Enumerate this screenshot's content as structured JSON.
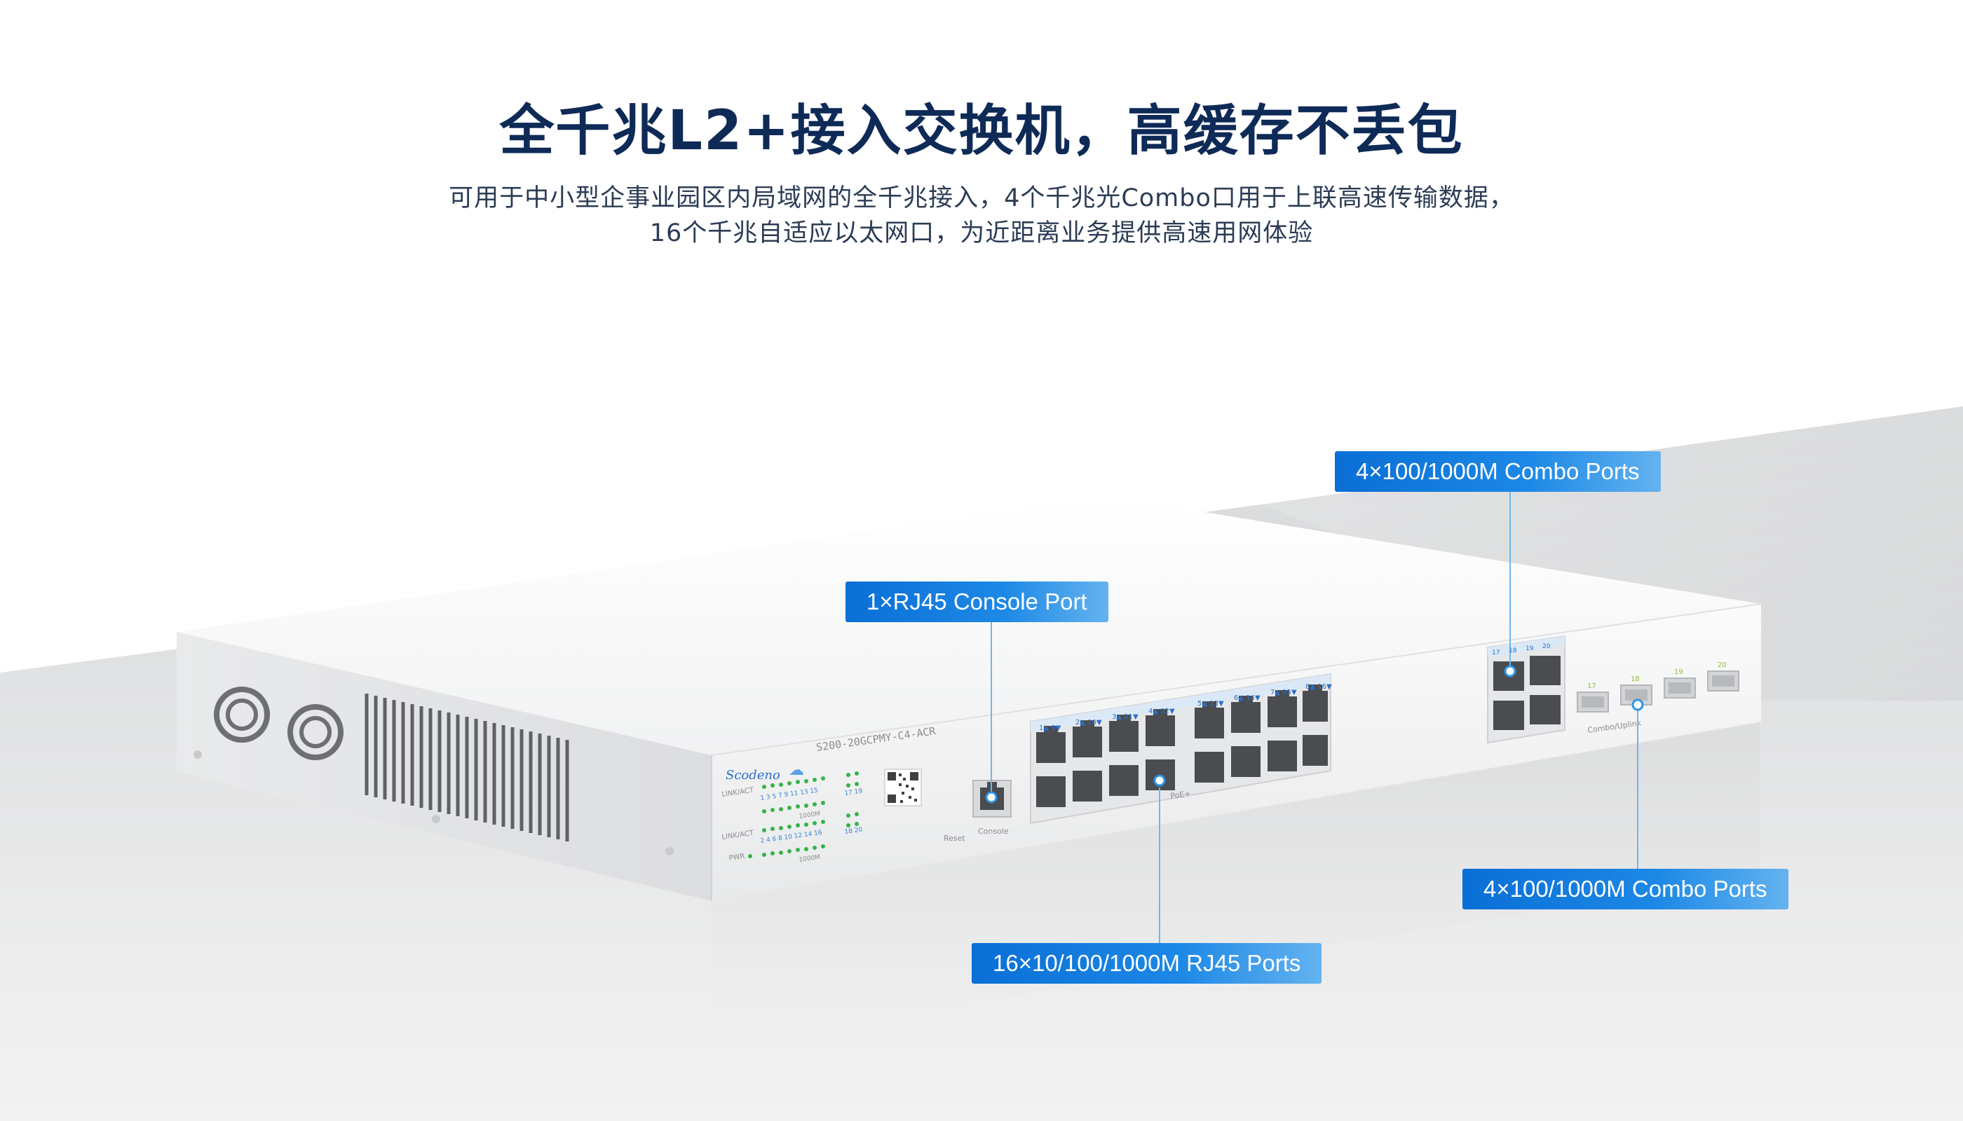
{
  "page": {
    "title": "全千兆L2+接入交换机，高缓存不丢包",
    "subtitle_line1": "可用于中小型企事业园区内局域网的全千兆接入，4个千兆光Combo口用于上联高速传输数据，",
    "subtitle_line2": "16个千兆自适应以太网口，为近距离业务提供高速用网体验"
  },
  "device": {
    "brand": "Scodeno",
    "model": "S200-20GCPMY-C4-ACR",
    "led_group_label_1": "LINK/ACT",
    "led_group_label_2": "LINK/ACT",
    "pwr_label": "PWR",
    "speed_label_1": "1000M",
    "speed_label_2": "1000M",
    "odd_ports": "1 3 5 7 9 11 13 15",
    "even_ports": "2 4 6 8 10 12 14 16",
    "combo_pair_1": "17 19",
    "combo_pair_2": "18 20",
    "reset_label": "Reset",
    "console_label": "Console",
    "poe_label": "PoE+",
    "combo_uplink_label": "Combo/Uplink",
    "rj45_top_labels": [
      "1",
      "2",
      "3",
      "4",
      "5",
      "6",
      "7",
      "8",
      "9",
      "10",
      "11",
      "12",
      "13",
      "14",
      "15",
      "16"
    ],
    "combo_rj45_labels": [
      "17",
      "18",
      "19",
      "20"
    ],
    "sfp_labels": [
      "17",
      "18",
      "19",
      "20"
    ]
  },
  "callouts": {
    "console": "1×RJ45 Console Port",
    "rj45": "16×10/100/1000M RJ45 Ports",
    "combo_top": "4×100/1000M Combo Ports",
    "combo_bottom": "4×100/1000M Combo Ports"
  },
  "colors": {
    "title": "#0e2a57",
    "label_bg": "#0a6fd6",
    "leader": "#6cb7ee"
  }
}
